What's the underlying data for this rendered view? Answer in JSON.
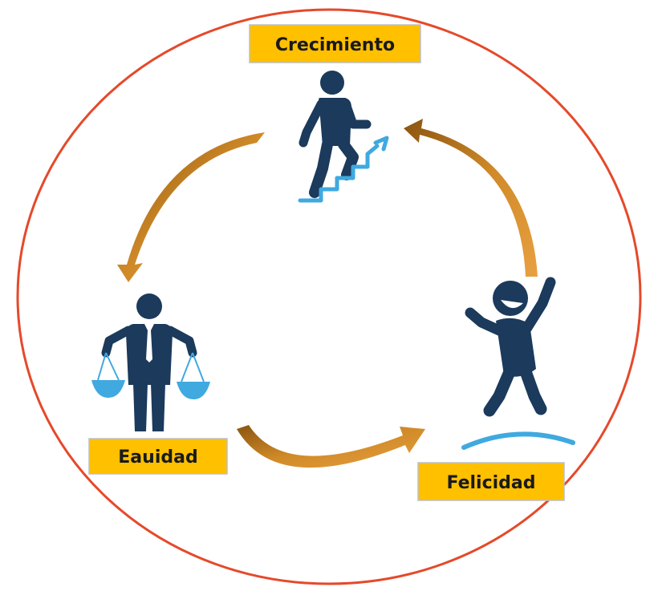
{
  "labels": {
    "top": "Crecimiento",
    "left": "Eauidad",
    "right": "Felicidad"
  },
  "colors": {
    "outer_ring": "#E5492A",
    "label_fill": "#FFC000",
    "figure": "#1B3A5C",
    "accent": "#3FA9E0",
    "arrow": "#C27D1E"
  },
  "icons": {
    "top": "walking-upstairs-icon",
    "left": "person-holding-scales-icon",
    "right": "jumping-happy-person-icon"
  }
}
